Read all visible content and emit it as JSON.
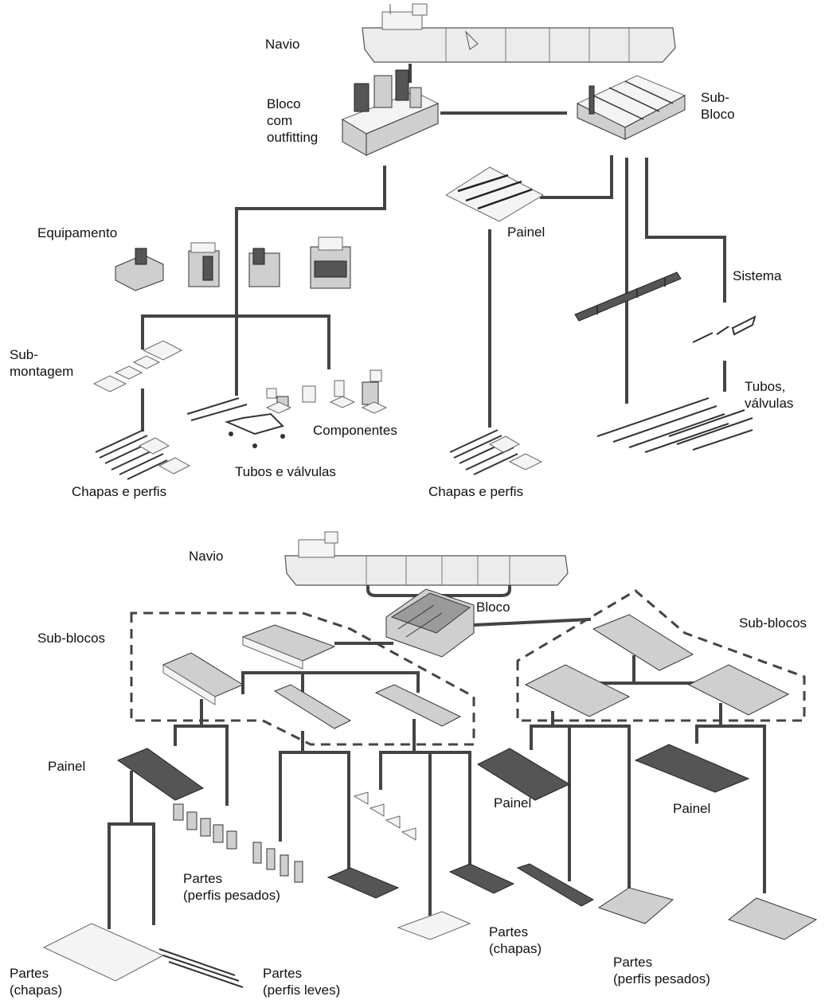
{
  "top_diagram": {
    "labels": {
      "navio": "Navio",
      "bloco_outfitting": "Bloco\ncom\noutfitting",
      "sub_bloco": "Sub-\nBloco",
      "equipamento": "Equipamento",
      "painel": "Painel",
      "sistema": "Sistema",
      "sub_montagem": "Sub-\nmontagem",
      "componentes": "Componentes",
      "tubos_valvulas_left": "Tubos e válvulas",
      "tubos_valvulas_right": "Tubos,\nválvulas",
      "chapas_perfis_left": "Chapas e perfis",
      "chapas_perfis_mid": "Chapas e perfis"
    }
  },
  "bottom_diagram": {
    "labels": {
      "navio": "Navio",
      "bloco": "Bloco",
      "sub_blocos_left": "Sub-blocos",
      "sub_blocos_right": "Sub-blocos",
      "painel_left": "Painel",
      "painel_mid": "Painel",
      "painel_right": "Painel",
      "partes_perfis_pesados_left": "Partes\n(perfis pesados)",
      "partes_chapas_mid": "Partes\n(chapas)",
      "partes_perfis_pesados_right": "Partes\n(perfis pesados)",
      "partes_chapas_left": "Partes\n(chapas)",
      "partes_perfis_leves": "Partes\n(perfis leves)"
    }
  }
}
